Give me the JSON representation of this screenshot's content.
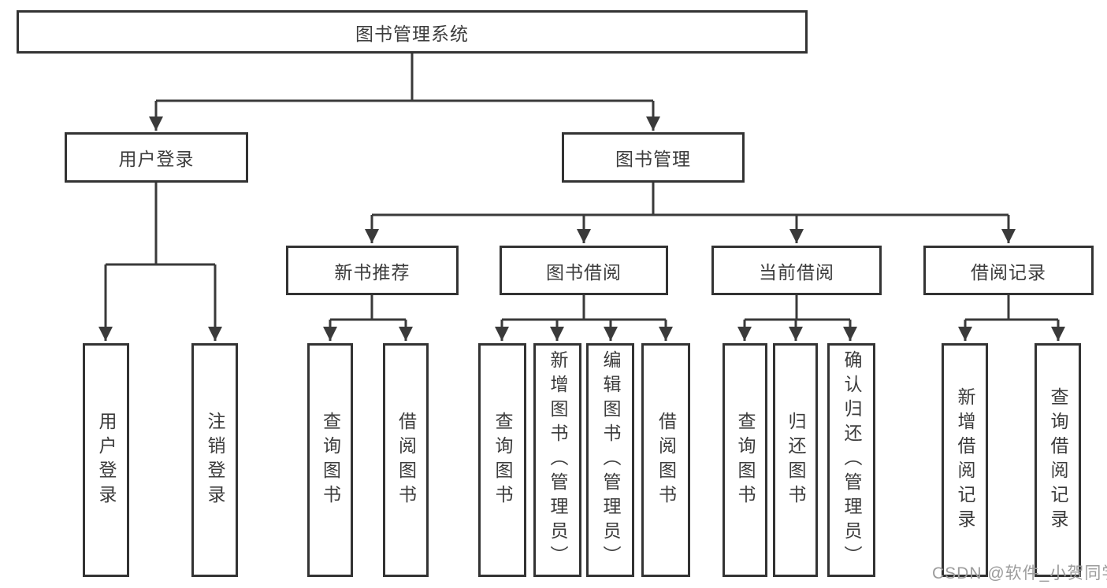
{
  "colors": {
    "line": "#3a3a3a",
    "border": "#333333",
    "text": "#3c3c3c",
    "watermark": "#9c9c9c",
    "bg": "#ffffff"
  },
  "tree": {
    "root": {
      "label": "图书管理系统"
    },
    "branches": [
      {
        "label": "用户登录",
        "children": [
          {
            "label": "用户登录"
          },
          {
            "label": "注销登录"
          }
        ]
      },
      {
        "label": "图书管理",
        "children": [
          {
            "label": "新书推荐",
            "children": [
              {
                "label": "查询图书"
              },
              {
                "label": "借阅图书"
              }
            ]
          },
          {
            "label": "图书借阅",
            "children": [
              {
                "label": "查询图书"
              },
              {
                "label": "新增图书（管理员）"
              },
              {
                "label": "编辑图书（管理员）"
              },
              {
                "label": "借阅图书"
              }
            ]
          },
          {
            "label": "当前借阅",
            "children": [
              {
                "label": "查询图书"
              },
              {
                "label": "归还图书"
              },
              {
                "label": "确认归还（管理员）"
              }
            ]
          },
          {
            "label": "借阅记录",
            "children": [
              {
                "label": "新增借阅记录"
              },
              {
                "label": "查询借阅记录"
              }
            ]
          }
        ]
      }
    ]
  },
  "watermark": {
    "text": "CSDN @软件_小贺同学"
  }
}
